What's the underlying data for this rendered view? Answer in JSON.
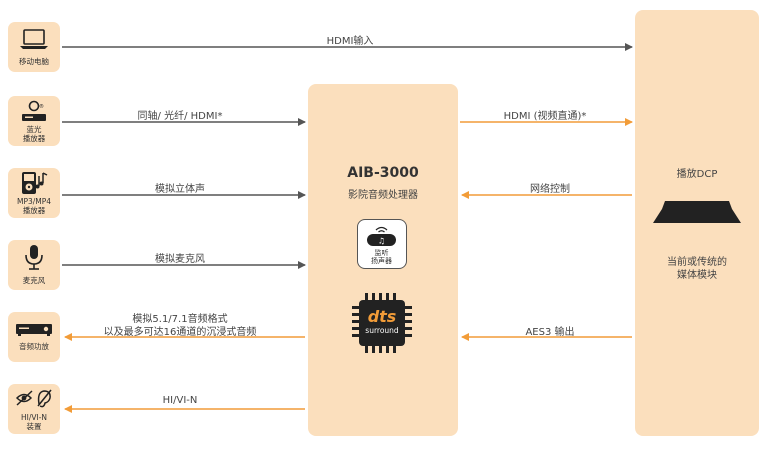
{
  "devices": {
    "laptop": {
      "label": "移动电脑"
    },
    "bluray": {
      "label_1": "蓝光",
      "label_2": "播放器"
    },
    "mp3": {
      "label_1": "MP3/MP4",
      "label_2": "播放器"
    },
    "mic": {
      "label": "麦克风"
    },
    "amp": {
      "label": "音频功放"
    },
    "hivi": {
      "label_1": "HI/VI-N",
      "label_2": "装置"
    }
  },
  "links": {
    "hdmi_in": "HDMI输入",
    "coax": "同轴/ 光纤/ HDMI*",
    "analog_stereo": "模拟立体声",
    "analog_mic": "模拟麦克风",
    "analog_51_line1": "模拟5.1/7.1音频格式",
    "analog_51_line2": "以及最多可达16通道的沉浸式音频",
    "hivi_out": "HI/VI-N",
    "hdmi_passthrough": "HDMI (视频直通)*",
    "network": "网络控制",
    "aes3": "AES3 输出"
  },
  "hub": {
    "title": "AIB-3000",
    "subtitle": "影院音频处理器",
    "speaker_label_1": "监听",
    "speaker_label_2": "扬声器",
    "chip_logo_1": "dts",
    "chip_logo_2": "surround"
  },
  "dcp": {
    "title": "播放DCP",
    "desc_1": "当前或传统的",
    "desc_2": "媒体模块"
  },
  "colors": {
    "box": "#fbdfbd",
    "orange_arrow": "#f29c38",
    "gray_arrow": "#555555"
  }
}
